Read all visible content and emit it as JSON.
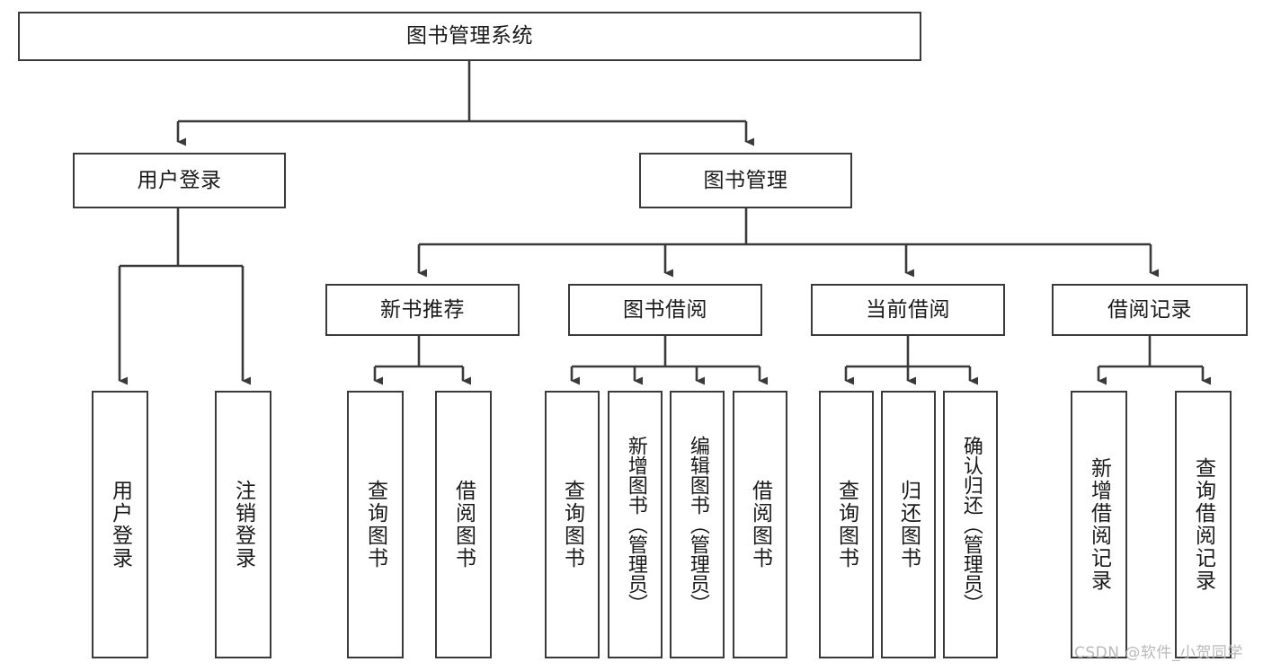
{
  "diagram": {
    "type": "tree-hierarchy-chart",
    "title": "图书管理系统",
    "colors": {
      "stroke": "#3a3a3a",
      "fill": "#ffffff",
      "text": "#1a1a1a",
      "watermark": "#b9b9b9"
    },
    "root": {
      "id": "root",
      "label": "图书管理系统"
    },
    "level2": [
      {
        "id": "user-login",
        "label": "用户登录"
      },
      {
        "id": "book-management",
        "label": "图书管理"
      }
    ],
    "level3": [
      {
        "id": "new-book-recommend",
        "label": "新书推荐",
        "parent": "book-management"
      },
      {
        "id": "book-borrow",
        "label": "图书借阅",
        "parent": "book-management"
      },
      {
        "id": "current-borrow",
        "label": "当前借阅",
        "parent": "book-management"
      },
      {
        "id": "borrow-record",
        "label": "借阅记录",
        "parent": "book-management"
      }
    ],
    "leaves": [
      {
        "id": "leaf-user-login",
        "label": "用户登录",
        "parent": "user-login"
      },
      {
        "id": "leaf-logout-login",
        "label": "注销登录",
        "parent": "user-login"
      },
      {
        "id": "leaf-query-book-1",
        "label": "查询图书",
        "parent": "new-book-recommend"
      },
      {
        "id": "leaf-borrow-book-1",
        "label": "借阅图书",
        "parent": "new-book-recommend"
      },
      {
        "id": "leaf-query-book-2",
        "label": "查询图书",
        "parent": "book-borrow"
      },
      {
        "id": "leaf-add-book",
        "label": "新增图书（管理员）",
        "parent": "book-borrow"
      },
      {
        "id": "leaf-edit-book",
        "label": "编辑图书（管理员）",
        "parent": "book-borrow"
      },
      {
        "id": "leaf-borrow-book-2",
        "label": "借阅图书",
        "parent": "book-borrow"
      },
      {
        "id": "leaf-query-book-3",
        "label": "查询图书",
        "parent": "current-borrow"
      },
      {
        "id": "leaf-return-book",
        "label": "归还图书",
        "parent": "current-borrow"
      },
      {
        "id": "leaf-confirm-return",
        "label": "确认归还（管理员）",
        "parent": "current-borrow"
      },
      {
        "id": "leaf-add-record",
        "label": "新增借阅记录",
        "parent": "borrow-record"
      },
      {
        "id": "leaf-query-record",
        "label": "查询借阅记录",
        "parent": "borrow-record"
      }
    ],
    "watermark": "CSDN @软件_小贺同学"
  }
}
